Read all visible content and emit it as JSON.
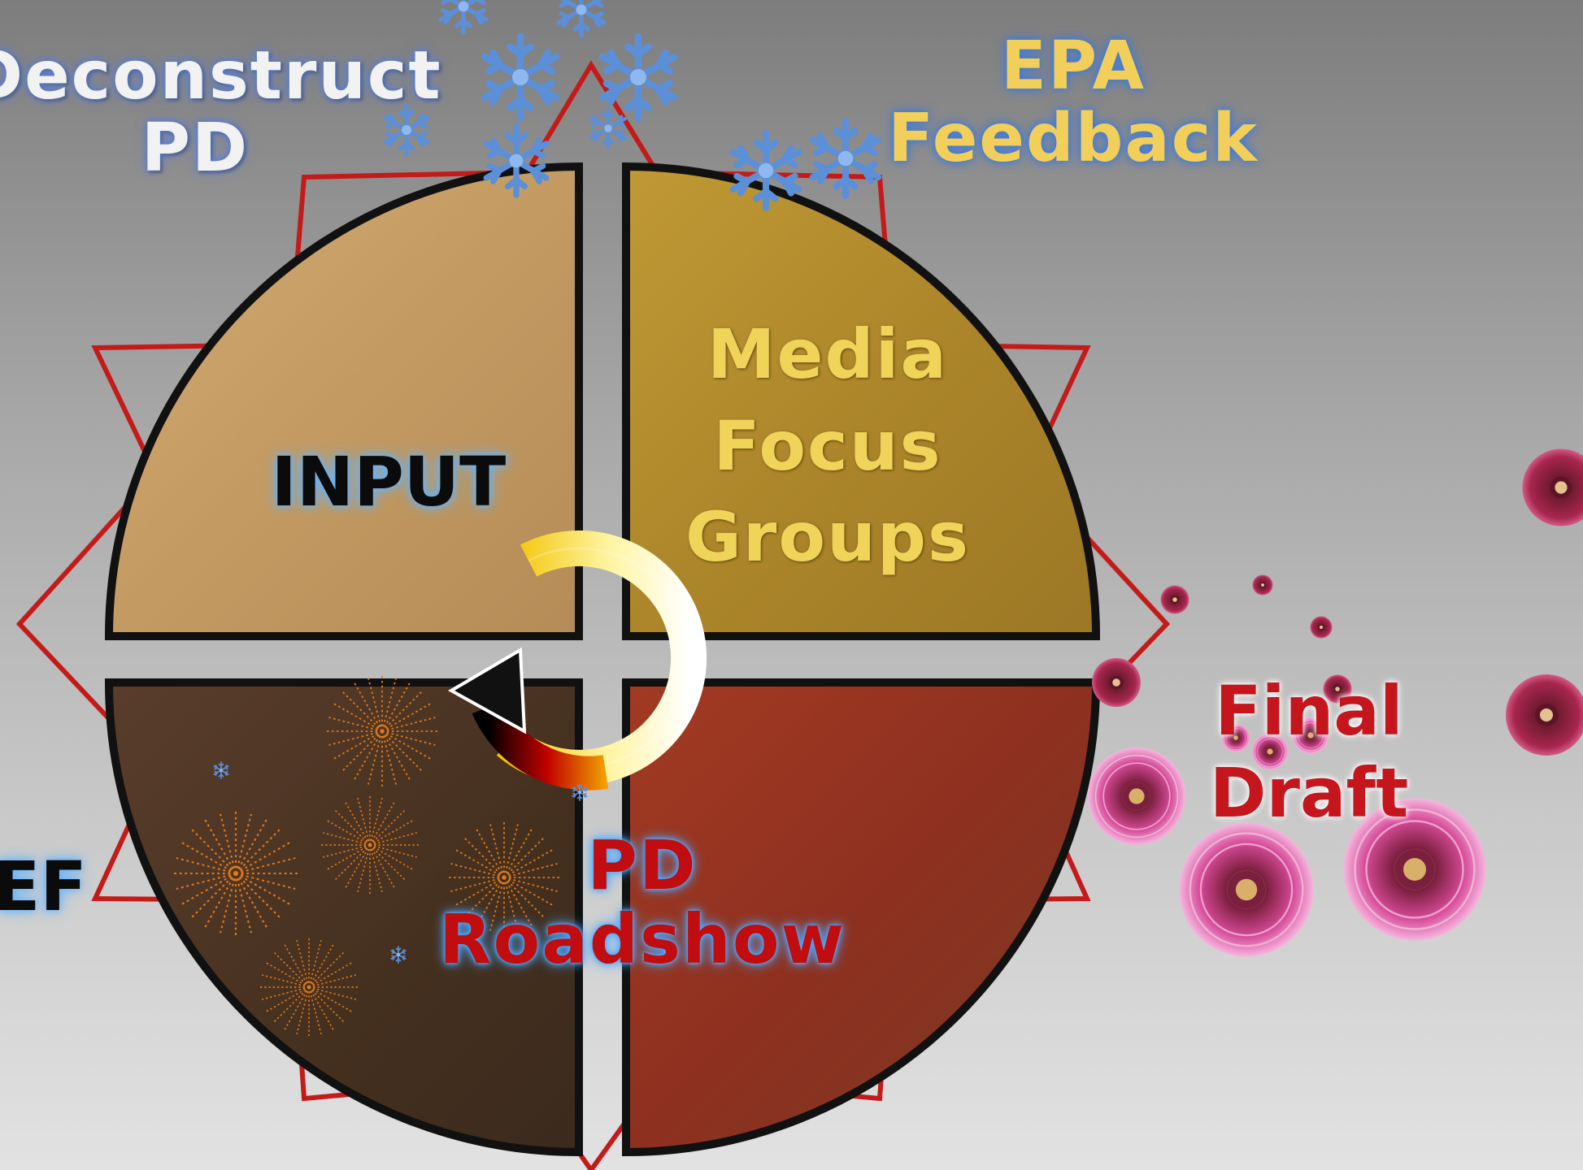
{
  "labels": {
    "deconstruct": {
      "line1": "Deconstruct",
      "line2": "PD"
    },
    "epa_feedback": {
      "line1": "EPA",
      "line2": "Feedback"
    },
    "input": "INPUT",
    "media_focus_groups": {
      "line1": "Media",
      "line2": "Focus",
      "line3": "Groups"
    },
    "pd_roadshow": {
      "line1": "PD",
      "line2": "Roadshow"
    },
    "final_draft": {
      "line1": "Final",
      "line2": "Draft"
    },
    "left_partial": "EF"
  },
  "colors": {
    "background_top": "#7d7d7d",
    "background_bottom": "#e2e2e2",
    "star_outline": "#c41a1a",
    "quadrant_top_left": "#c9a36b",
    "quadrant_top_right": "#b38a2c",
    "quadrant_bottom_left": "#4b3326",
    "quadrant_bottom_right": "#8f3020",
    "cycle_arrow_start": "#000000",
    "cycle_arrow_mid": "#e8b000",
    "cycle_arrow_end": "#ffffff",
    "snowflake": "#5b8fd8",
    "firework": "#e07a1a",
    "flower": "#c0307a"
  },
  "decorations": {
    "snowflake_icon": "snowflake-icon",
    "firework_icon": "firework-icon",
    "flower_icon": "flower-icon",
    "cycle_icon": "cycle-arrow-icon"
  }
}
